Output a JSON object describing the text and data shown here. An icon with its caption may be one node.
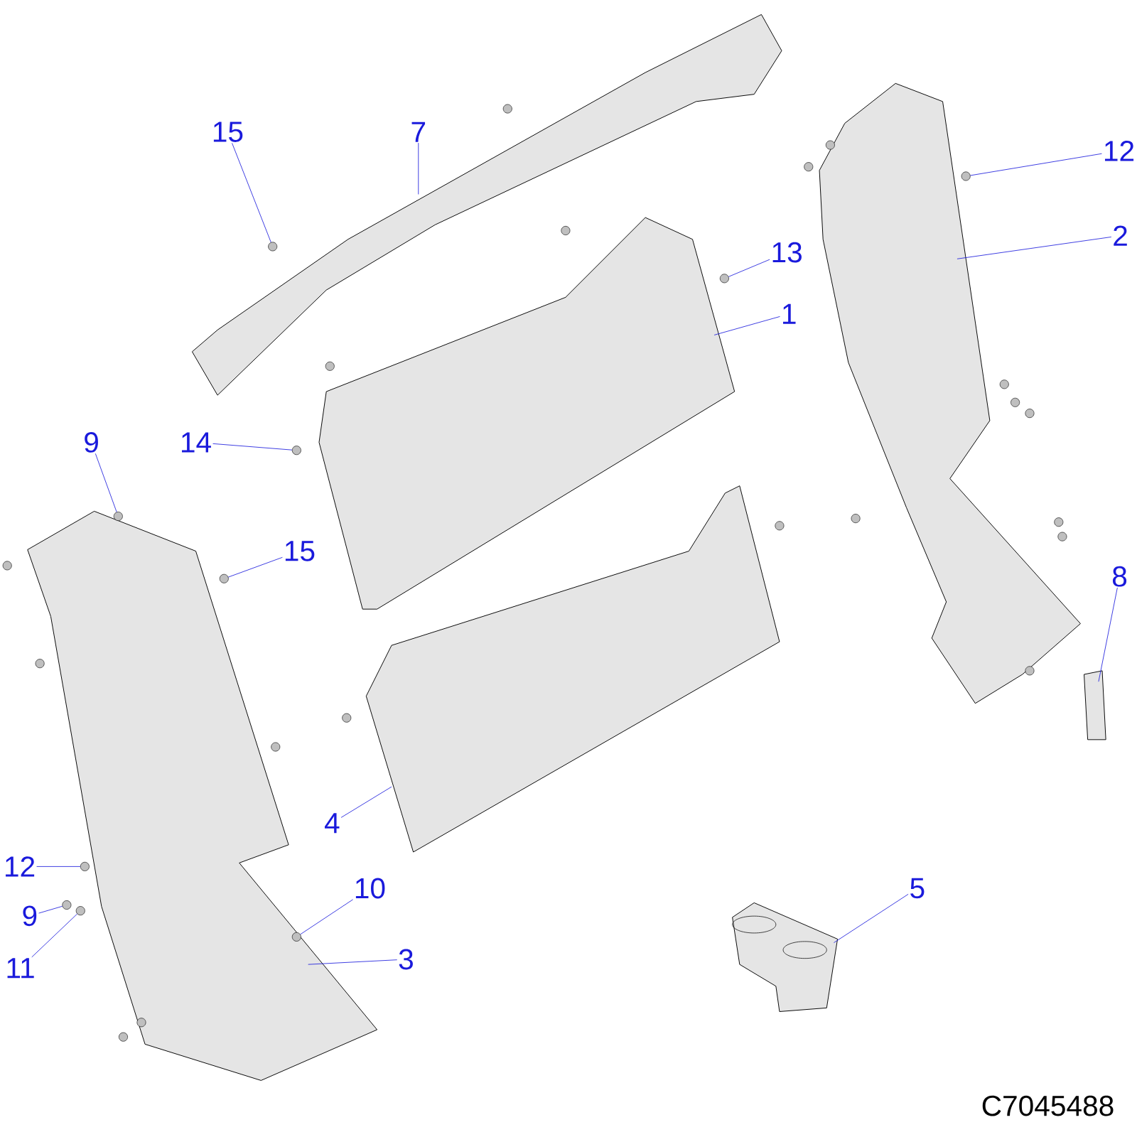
{
  "diagram": {
    "nodes": [
      {
        "text": [
          "15"
        ]
      },
      {
        "text": [
          "7"
        ]
      },
      {
        "text": [
          "12"
        ]
      },
      {
        "text": [
          "2"
        ]
      },
      {
        "text": [
          "13"
        ]
      },
      {
        "text": [
          "1"
        ]
      },
      {
        "text": [
          "9"
        ]
      },
      {
        "text": [
          "14"
        ]
      },
      {
        "text": [
          "15"
        ]
      },
      {
        "text": [
          "8"
        ]
      },
      {
        "text": [
          "4"
        ]
      },
      {
        "text": [
          "12"
        ]
      },
      {
        "text": [
          "9"
        ]
      },
      {
        "text": [
          "10"
        ]
      },
      {
        "text": [
          "11"
        ]
      },
      {
        "text": [
          "5"
        ]
      },
      {
        "text": [
          "3"
        ]
      },
      {
        "text": [],
        "shape": "circle"
      },
      {
        "text": [],
        "shape": "circle"
      },
      {
        "text": [],
        "shape": "circle"
      },
      {
        "text": [],
        "shape": "circle"
      },
      {
        "text": [],
        "shape": "circle"
      },
      {
        "text": [],
        "shape": "circle"
      },
      {
        "text": [],
        "shape": "circle"
      },
      {
        "text": [],
        "shape": "circle"
      },
      {
        "text": [],
        "shape": "circle"
      },
      {
        "text": [],
        "shape": "circle"
      }
    ],
    "edges": [
      {
        "from": 0,
        "to": 17,
        "arrow": "none"
      },
      {
        "from": 1,
        "to": null,
        "arrow": "none"
      },
      {
        "from": 2,
        "to": 19,
        "arrow": "none"
      },
      {
        "from": 3,
        "to": null,
        "arrow": "none"
      },
      {
        "from": 4,
        "to": 20,
        "arrow": "none"
      },
      {
        "from": 5,
        "to": null,
        "arrow": "none"
      },
      {
        "from": 6,
        "to": 18,
        "arrow": "none"
      },
      {
        "from": 7,
        "to": 21,
        "arrow": "none"
      },
      {
        "from": 8,
        "to": 22,
        "arrow": "none"
      },
      {
        "from": 9,
        "to": null,
        "arrow": "none"
      },
      {
        "from": 10,
        "to": null,
        "arrow": "none"
      },
      {
        "from": 11,
        "to": 23,
        "arrow": "none"
      },
      {
        "from": 12,
        "to": 24,
        "arrow": "none"
      },
      {
        "from": 13,
        "to": 26,
        "arrow": "none"
      },
      {
        "from": 14,
        "to": 25,
        "arrow": "none"
      },
      {
        "from": 15,
        "to": null,
        "arrow": "none"
      },
      {
        "from": 16,
        "to": null,
        "arrow": "none"
      }
    ],
    "labels": [
      "C7045488"
    ]
  }
}
